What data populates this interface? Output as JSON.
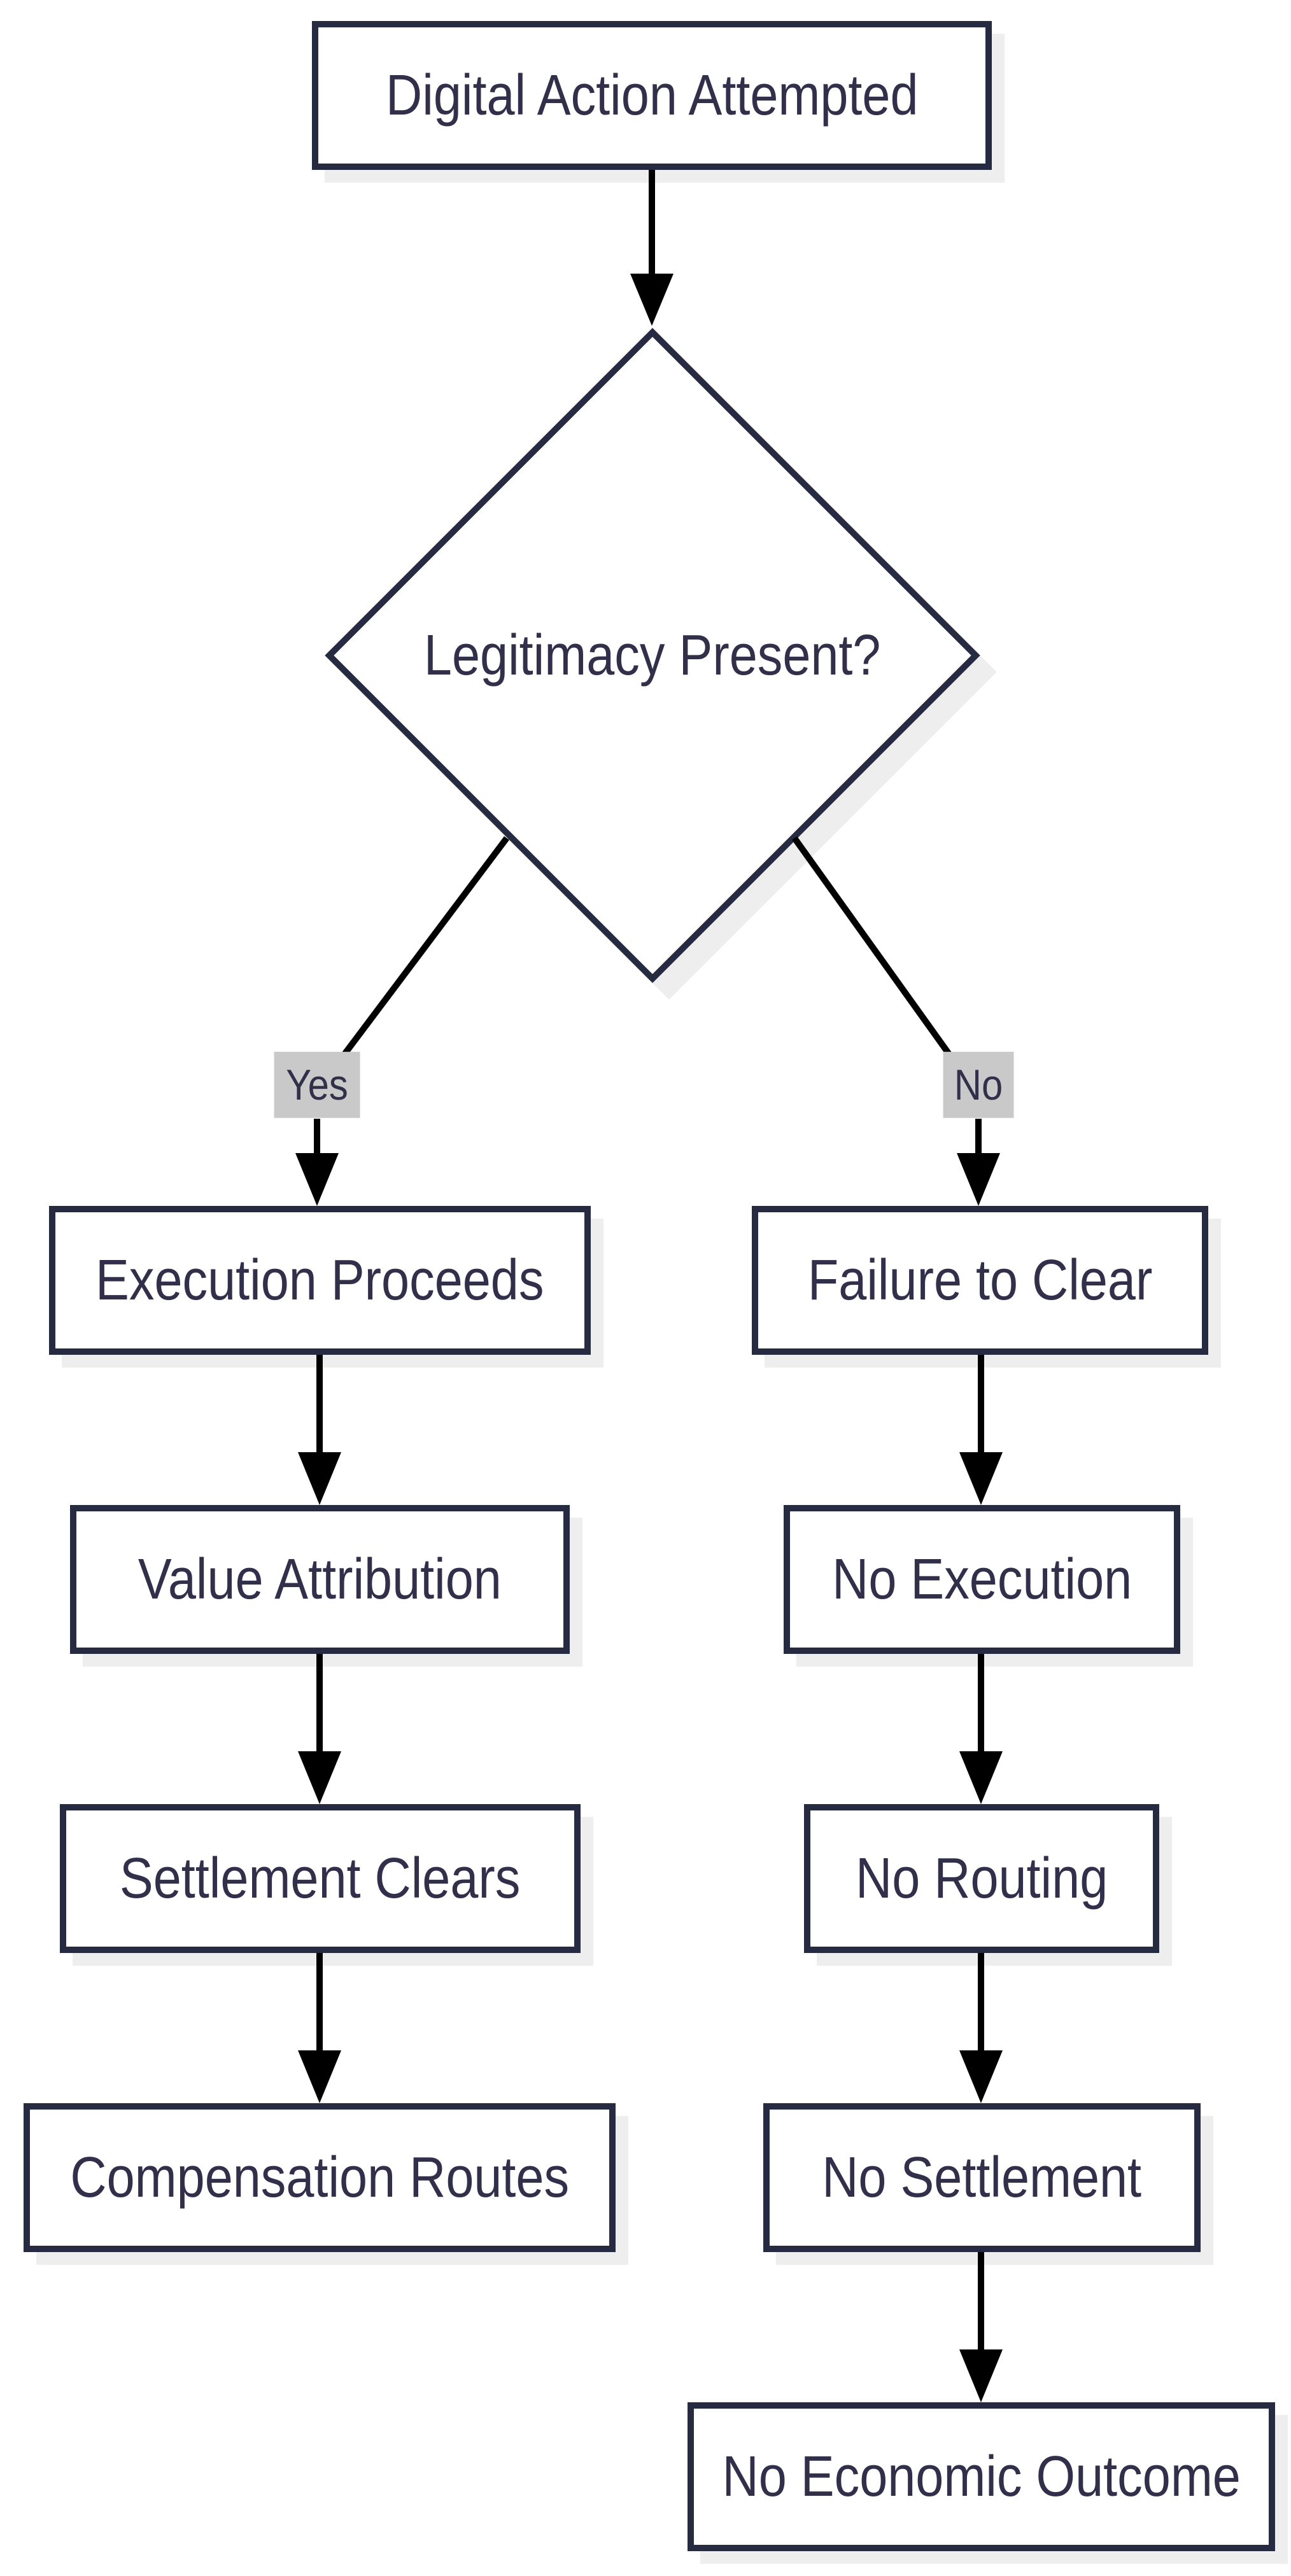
{
  "diagram": {
    "nodes": {
      "start": "Digital Action Attempted",
      "decision": "Legitimacy Present?",
      "yes_label": "Yes",
      "no_label": "No",
      "yes_path": [
        "Execution Proceeds",
        "Value Attribution",
        "Settlement Clears",
        "Compensation Routes"
      ],
      "no_path": [
        "Failure to Clear",
        "No Execution",
        "No Routing",
        "No Settlement",
        "No Economic Outcome"
      ]
    },
    "colors": {
      "node_border": "#272b42",
      "node_text": "#312f4a",
      "edge": "#000000",
      "label_bg": "#c9c9c9",
      "shadow": "#eeeeee",
      "background": "#ffffff"
    }
  }
}
